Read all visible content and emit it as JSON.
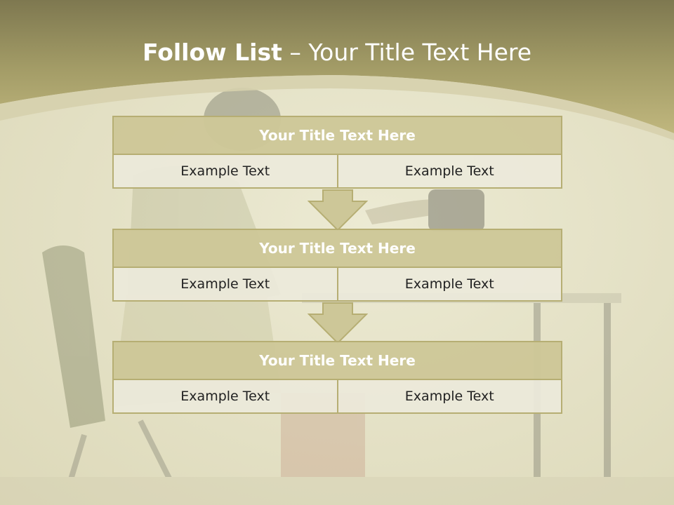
{
  "header": {
    "title_strong": "Follow List",
    "title_rest": " – Your Title Text Here"
  },
  "blocks": [
    {
      "title": "Your Title Text Here",
      "left": "Example Text",
      "right": "Example Text"
    },
    {
      "title": "Your Title Text Here",
      "left": "Example Text",
      "right": "Example Text"
    },
    {
      "title": "Your Title Text Here",
      "left": "Example Text",
      "right": "Example Text"
    }
  ],
  "colors": {
    "header_band": "#9c9560",
    "block_header": "#cdc798",
    "block_border": "#b6ae73",
    "cell_background": "#ece9da",
    "arrow_fill": "#cdc798"
  }
}
